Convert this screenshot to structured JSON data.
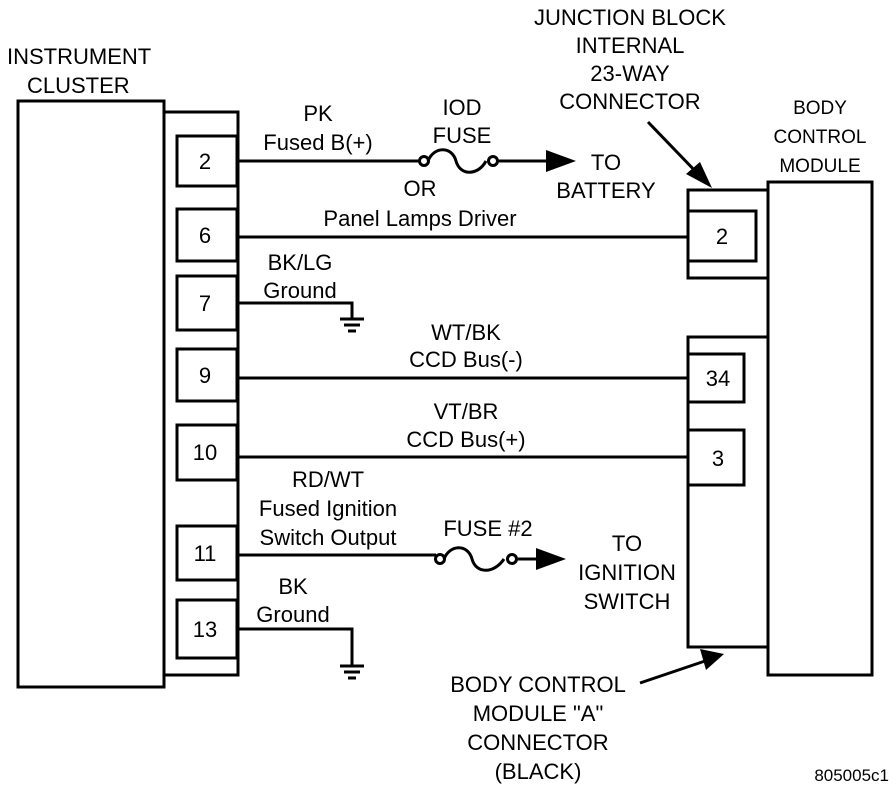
{
  "cluster": {
    "line1": "INSTRUMENT",
    "line2": "CLUSTER"
  },
  "junction_block": {
    "line1": "JUNCTION BLOCK",
    "line2": "INTERNAL",
    "line3": "23-WAY",
    "line4": "CONNECTOR"
  },
  "bcm": {
    "line1": "BODY",
    "line2": "CONTROL",
    "line3": "MODULE"
  },
  "bcm_connector": {
    "line1": "BODY CONTROL",
    "line2": "MODULE \"A\"",
    "line3": "CONNECTOR",
    "line4": "(BLACK)"
  },
  "cluster_pins": [
    "2",
    "6",
    "7",
    "9",
    "10",
    "11",
    "13"
  ],
  "jb_pins": [
    "2"
  ],
  "bcm_pins": [
    "34",
    "3"
  ],
  "wires": {
    "pk": {
      "color": "PK",
      "desc": "Fused B(+)"
    },
    "iod": {
      "line1": "IOD",
      "line2": "FUSE",
      "or": "OR"
    },
    "to_battery": {
      "line1": "TO",
      "line2": "BATTERY"
    },
    "panel": {
      "desc": "Panel Lamps Driver"
    },
    "bklg": {
      "color": "BK/LG",
      "desc": "Ground"
    },
    "wtbk": {
      "color": "WT/BK",
      "desc": "CCD Bus(-)"
    },
    "vtbr": {
      "color": "VT/BR",
      "desc": "CCD Bus(+)"
    },
    "rdwt": {
      "color": "RD/WT",
      "line2": "Fused Ignition",
      "line3": "Switch Output"
    },
    "fuse2": {
      "label": "FUSE #2"
    },
    "to_ign": {
      "line1": "TO",
      "line2": "IGNITION",
      "line3": "SWITCH"
    },
    "bk": {
      "color": "BK",
      "desc": "Ground"
    }
  },
  "ref_number": "805005c1"
}
